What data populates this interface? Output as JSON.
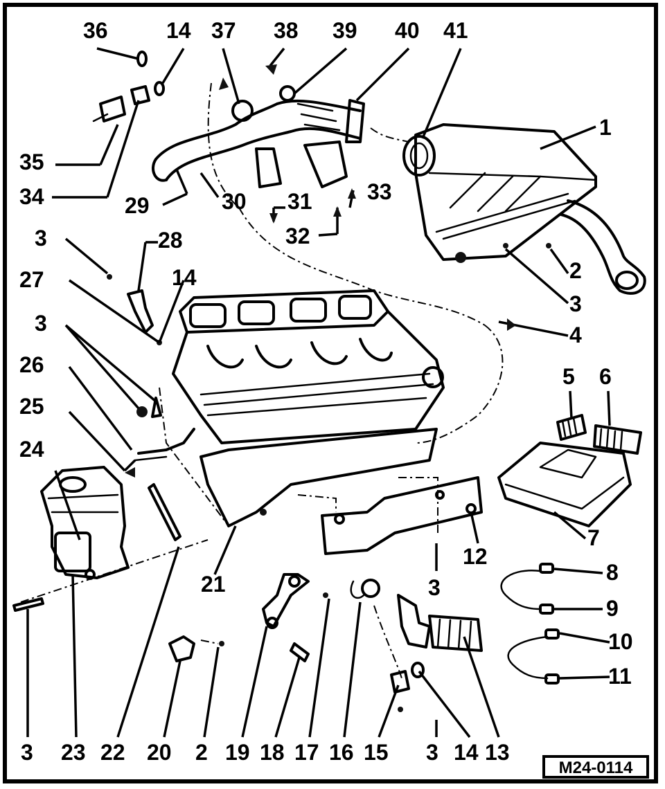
{
  "diagram": {
    "reference_code": "M24-0114",
    "callouts": {
      "c1": "1",
      "c2a": "2",
      "c3a": "3",
      "c4": "4",
      "c5": "5",
      "c6": "6",
      "c7": "7",
      "c8": "8",
      "c9": "9",
      "c10": "10",
      "c11": "11",
      "c12": "12",
      "c3b": "3",
      "c13": "13",
      "c14a": "14",
      "c3c": "3",
      "c15": "15",
      "c16": "16",
      "c17": "17",
      "c18": "18",
      "c19": "19",
      "c2b": "2",
      "c20": "20",
      "c22": "22",
      "c23": "23",
      "c3d": "3",
      "c21": "21",
      "c24": "24",
      "c25": "25",
      "c26": "26",
      "c3e": "3",
      "c27": "27",
      "c14b": "14",
      "c3f": "3",
      "c28": "28",
      "c29": "29",
      "c30": "30",
      "c31": "31",
      "c32": "32",
      "c33": "33",
      "c34": "34",
      "c35": "35",
      "c36": "36",
      "c14c": "14",
      "c37": "37",
      "c38": "38",
      "c39": "39",
      "c40": "40",
      "c41": "41"
    }
  }
}
